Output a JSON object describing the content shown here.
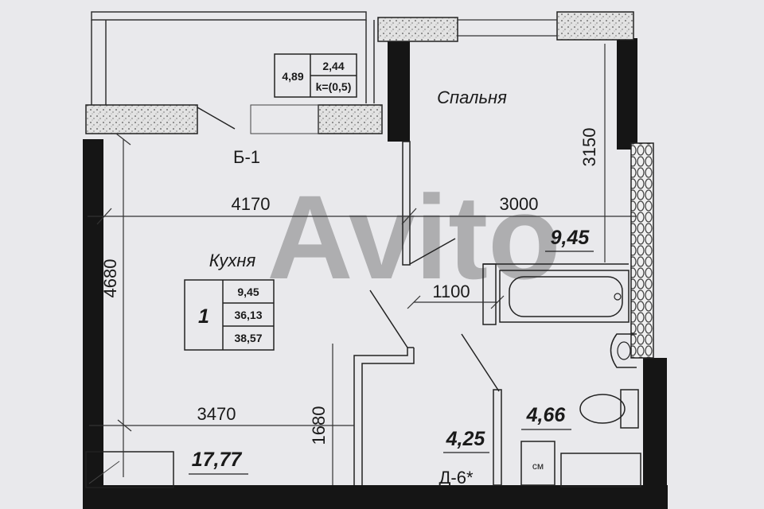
{
  "balcony": {
    "id_label": "Б-1",
    "stamp": {
      "left": "4,89",
      "top": "2,44",
      "bottom": "k=(0,5)"
    }
  },
  "rooms": {
    "bedroom": {
      "name": "Спальня",
      "area": "9,45"
    },
    "kitchen": {
      "name": "Кухня",
      "area": "17,77"
    },
    "hall": {
      "area": "4,25",
      "door_tag": "Д-6*"
    },
    "bathroom": {
      "area": "4,66",
      "cabinet_label": "см"
    }
  },
  "apartment_stamp": {
    "number": "1",
    "values": [
      "9,45",
      "36,13",
      "38,57"
    ]
  },
  "dimensions": {
    "kitchen_width": "4170",
    "bedroom_width": "3000",
    "bedroom_depth": "3150",
    "kitchen_depth": "4680",
    "opening": "1100",
    "kitchen_inner": "3470",
    "hall_depth": "1680"
  },
  "watermark": "Avito"
}
